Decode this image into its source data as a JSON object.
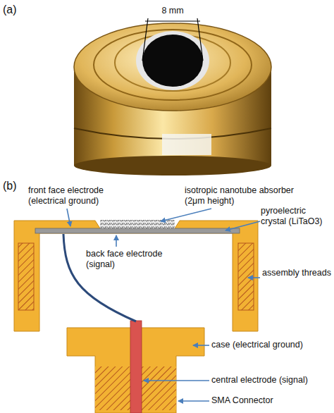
{
  "diagram": {
    "labels": [
      "(a)",
      "8 mm",
      "(b)",
      "front face electrode (electrical ground)",
      "isotropic nanotube absorber (2μm height)",
      "pyroelectric crystal (LiTaO3)",
      "back face electrode (signal)",
      "assembly threads",
      "case (electrical ground)",
      "central electrode (signal)",
      "SMA Connector"
    ]
  }
}
